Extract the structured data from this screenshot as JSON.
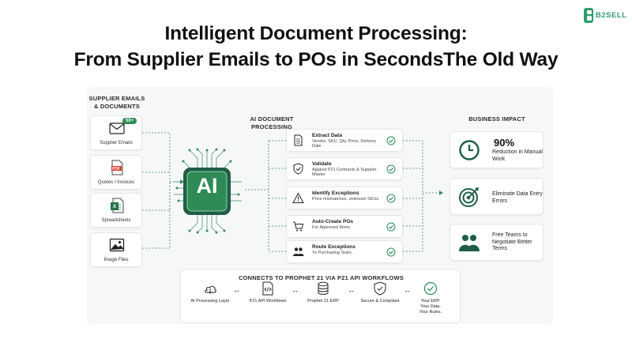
{
  "title": {
    "line1": "Intelligent Document Processing:",
    "line2": "From Supplier Emails to POs in SecondsThe Old Way"
  },
  "logo": {
    "text": "B2SELL"
  },
  "sources": {
    "heading": "SUPPLIER EMAILS & DOCUMENTS",
    "items": [
      {
        "label": "Supplier Emails",
        "badge": "50+",
        "icon": "envelope-icon"
      },
      {
        "label": "Quotes / Invoices",
        "badge": "PDF",
        "icon": "pdf-icon"
      },
      {
        "label": "Spreadsheets",
        "badge": "X",
        "icon": "spreadsheet-icon"
      },
      {
        "label": "Image Files",
        "icon": "image-icon"
      }
    ]
  },
  "ai": {
    "chip_label": "AI",
    "heading": "AI DOCUMENT PROCESSING",
    "steps": [
      {
        "title": "Extract Data",
        "desc": "Vendor, SKU, Qty, Price, Delivery Date",
        "icon": "document-icon"
      },
      {
        "title": "Validate",
        "desc": "Against P21 Contracts & Supplier Master",
        "icon": "shield-check-icon"
      },
      {
        "title": "Identify Exceptions",
        "desc": "Price mismatches, unknown SKUs",
        "icon": "warning-icon"
      },
      {
        "title": "Auto-Create POs",
        "desc": "For Approved Items",
        "icon": "cart-icon"
      },
      {
        "title": "Route Exceptions",
        "desc": "To Purchasing Team",
        "icon": "people-icon"
      }
    ]
  },
  "impact": {
    "heading": "BUSINESS IMPACT",
    "items": [
      {
        "stat": "90%",
        "text": "Reduction in Manual Work",
        "icon": "clock-icon"
      },
      {
        "text": "Eliminate Data Entry Errors",
        "icon": "target-icon"
      },
      {
        "text": "Free Teams to Negotiate Better Terms",
        "icon": "team-icon"
      }
    ]
  },
  "footer": {
    "heading": "CONNECTS TO PROPHET 21 VIA P21 API WORKFLOWS",
    "items": [
      {
        "label": "AI Processing Layer",
        "icon": "cloud-icon"
      },
      {
        "label": "P21 API Workflows",
        "icon": "code-icon"
      },
      {
        "label": "Prophet 21 ERP",
        "icon": "database-icon"
      },
      {
        "label": "Secure & Compliant",
        "icon": "shield-icon"
      },
      {
        "label": "Your ERP. Your Data. Your Rules.",
        "icon": "check-circle-icon"
      }
    ]
  },
  "colors": {
    "green": "#2e8b57",
    "dark_green": "#1f5e45",
    "red": "#d8372b",
    "text": "#111111"
  }
}
